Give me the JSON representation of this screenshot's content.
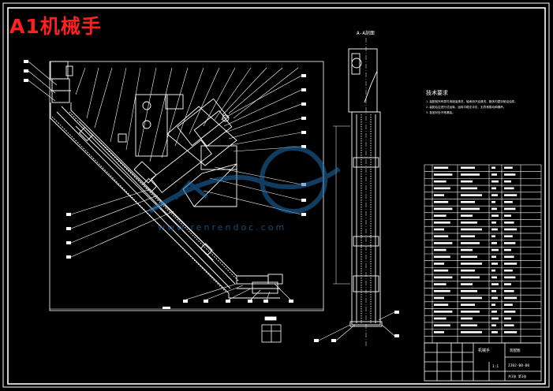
{
  "title": "A1机械手",
  "watermark": "www.renrendoc.com",
  "section_label": "A-A剖面",
  "tech_req_title": "技术要求",
  "tech_req_lines": [
    "1.装配前所有零件用煤油清洗，轴承用汽油清洗，箱体内壁涂耐油油漆。",
    "2.装配后应进行试运转，运转平稳无冲击、无异常振动和噪声。",
    "3.各密封处不得漏油。"
  ],
  "title_block": {
    "name": "机械手",
    "drawing_name": "装配图",
    "drawing_no": "ZJ02-00-00",
    "scale": "1:1",
    "sheet": "共1张 第1张"
  },
  "colors": {
    "background": "#000000",
    "linework": "#ffffff",
    "title": "#ff2020",
    "watermark": "#1e6fb0"
  }
}
